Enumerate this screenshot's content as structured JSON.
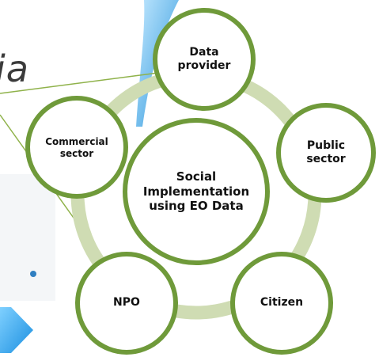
{
  "background_fragment": {
    "text": "ia"
  },
  "diagram": {
    "center": {
      "label": "Social\nImplementation\nusing EO Data"
    },
    "nodes": [
      {
        "id": "data-provider",
        "label": "Data\nprovider"
      },
      {
        "id": "public-sector",
        "label": "Public\nsector"
      },
      {
        "id": "citizen",
        "label": "Citizen"
      },
      {
        "id": "npo",
        "label": "NPO"
      },
      {
        "id": "commercial-sector",
        "label": "Commercial\nsector"
      }
    ]
  },
  "colors": {
    "node_stroke": "#6f9a3a",
    "ring": "#cfdcb3",
    "accent_blue": "#1fa3e8",
    "connector_line": "#8fb24a"
  }
}
